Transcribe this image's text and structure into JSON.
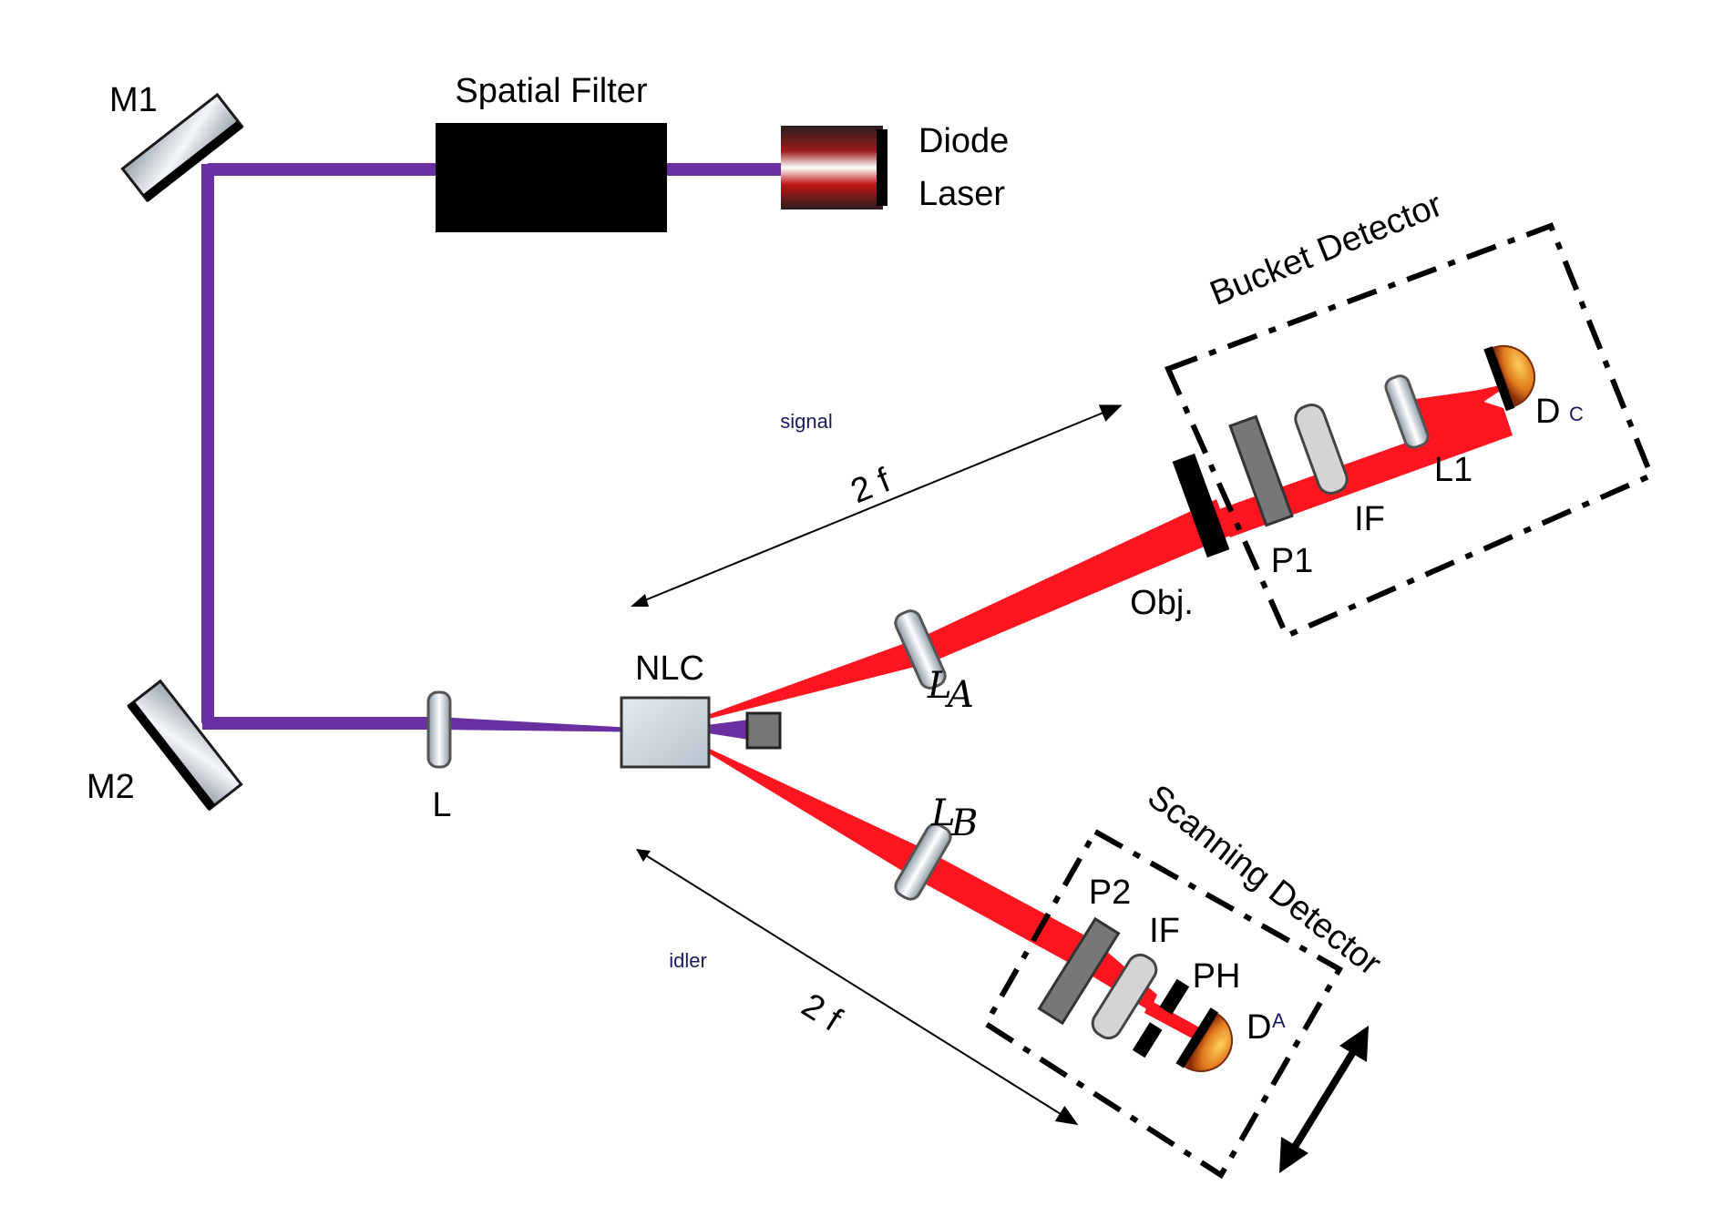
{
  "labels": {
    "spatial_filter": "Spatial Filter",
    "diode": "Diode",
    "laser": "Laser",
    "m1": "M1",
    "m2": "M2",
    "lens_l": "L",
    "nlc": "NLC",
    "la_main": "L",
    "la_sub": "A",
    "lb_main": "L",
    "lb_sub": "B",
    "signal": "signal",
    "idler": "idler",
    "two_f_signal": "2 f",
    "two_f_idler": "2 f",
    "obj": "Obj.",
    "p1": "P1",
    "if1": "IF",
    "l1": "L1",
    "dc_main": "D",
    "dc_sub": "C",
    "bucket": "Bucket Detector",
    "scanning": "Scanning Detector",
    "p2": "P2",
    "if2": "IF",
    "ph": "PH",
    "da_main": "D",
    "da_sub": "A"
  },
  "colors": {
    "pump_beam": "#6a2fa0",
    "red_beam": "#ff1520",
    "detector": "#d9822b",
    "background": "#ffffff"
  }
}
